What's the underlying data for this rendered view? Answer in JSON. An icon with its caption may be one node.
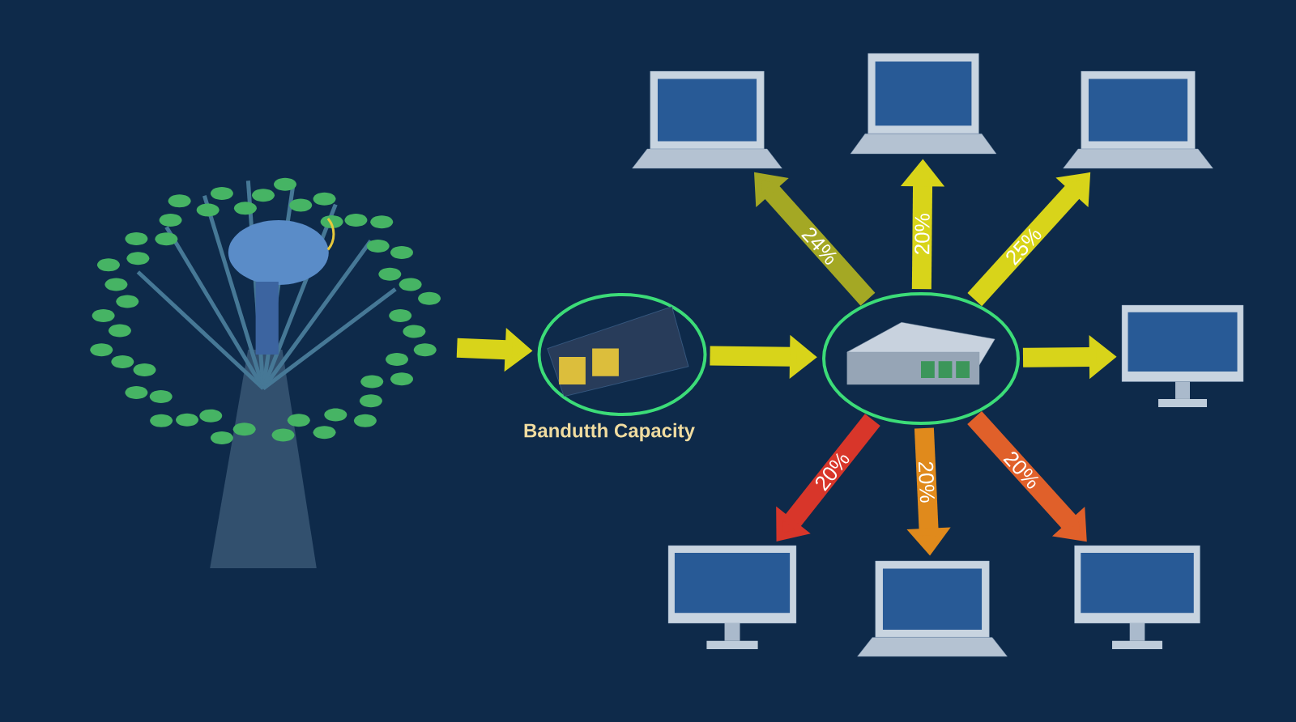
{
  "diagram": {
    "nodes": [
      {
        "text": [],
        "shape": "picture"
      },
      {
        "text": [],
        "shape": "picture",
        "beside": [
          "Bandutth Capacity"
        ]
      },
      {
        "text": [],
        "shape": "picture"
      },
      {
        "text": [],
        "shape": "picture"
      },
      {
        "text": [],
        "shape": "picture"
      },
      {
        "text": [],
        "shape": "picture"
      },
      {
        "text": [],
        "shape": "picture"
      },
      {
        "text": [],
        "shape": "picture"
      },
      {
        "text": [],
        "shape": "picture"
      },
      {
        "text": [],
        "shape": "picture"
      }
    ],
    "edges": [
      {
        "from": 0,
        "to": 1,
        "arrow": "to"
      },
      {
        "from": 1,
        "to": 2,
        "arrow": "to"
      },
      {
        "from": 2,
        "to": 3,
        "arrow": "to",
        "label": "24%",
        "color": "#a4a824"
      },
      {
        "from": 2,
        "to": 4,
        "arrow": "to",
        "label": "20%"
      },
      {
        "from": 2,
        "to": 5,
        "arrow": "to",
        "label": "25%"
      },
      {
        "from": 2,
        "to": 6,
        "arrow": "to"
      },
      {
        "from": 2,
        "to": 7,
        "arrow": "to",
        "label": "20%",
        "color": "#d8362a"
      },
      {
        "from": 2,
        "to": 8,
        "arrow": "to",
        "label": "20%",
        "color": "#e08a1c"
      },
      {
        "from": 2,
        "to": 9,
        "arrow": "to",
        "label": "20%",
        "color": "#e0602a"
      }
    ]
  }
}
